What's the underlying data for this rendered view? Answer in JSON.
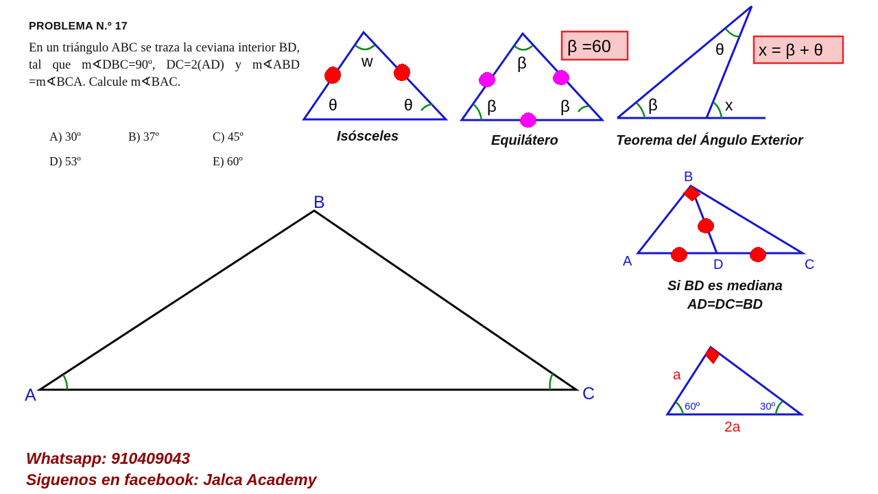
{
  "problem": {
    "title": "PROBLEMA N.º 17",
    "text": "En un triángulo ABC se traza la ceviana interior BD, tal que m∢DBC=90º, DC=2(AD) y m∢ABD =m∢BCA. Calcule m∢BAC.",
    "options": [
      {
        "label": "A)",
        "value": "30º"
      },
      {
        "label": "B)",
        "value": "37º"
      },
      {
        "label": "C)",
        "value": "45º"
      },
      {
        "label": "D)",
        "value": "53º"
      },
      {
        "label": "E)",
        "value": "60º"
      }
    ]
  },
  "main_triangle": {
    "vertex_a": "A",
    "vertex_b": "B",
    "vertex_c": "C"
  },
  "isosceles": {
    "caption": "Isósceles",
    "top_angle": "w",
    "left_angle": "θ",
    "right_angle": "θ"
  },
  "equilateral": {
    "caption": "Equilátero",
    "top_angle": "β",
    "left_angle": "β",
    "right_angle": "β",
    "note": "β =60"
  },
  "exterior_angle": {
    "caption": "Teorema del Ángulo Exterior",
    "left_angle": "β",
    "top_angle": "θ",
    "exterior": "x",
    "formula": "x = β + θ"
  },
  "median": {
    "vertex_a": "A",
    "vertex_b": "B",
    "vertex_c": "C",
    "vertex_d": "D",
    "caption_line1": "Si BD es mediana",
    "caption_line2": "AD=DC=BD"
  },
  "special_triangle": {
    "hyp_side": "a",
    "base_side": "2a",
    "angle_left": "60º",
    "angle_right": "30º"
  },
  "footer": {
    "whatsapp": "Whatsapp: 910409043",
    "facebook": "Siguenos en facebook: Jalca Academy"
  },
  "colors": {
    "triangle_lines": "#1515d6",
    "main_lines": "#000000",
    "angle_arcs": "#0a8a1a",
    "tick_red": "#ff0000",
    "tick_magenta": "#ff00ff",
    "note_border": "#e8232a",
    "note_fill": "#f7c9c9",
    "footer_text": "#8b0000"
  }
}
